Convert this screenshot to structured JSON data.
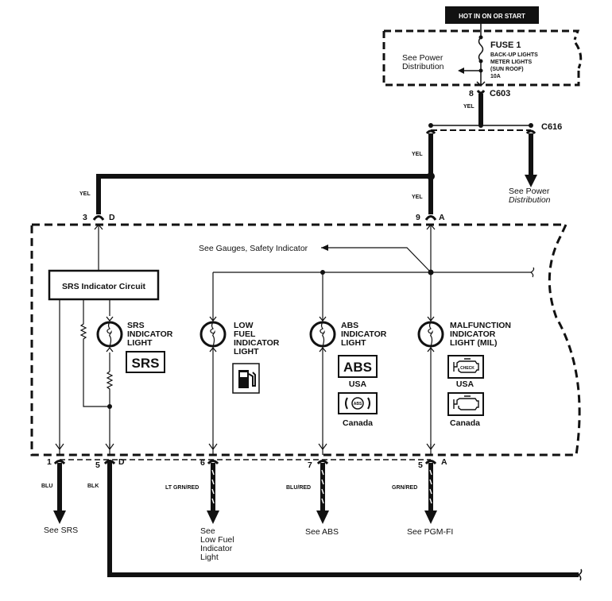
{
  "title_badge": "HOT IN ON OR START",
  "fuse": {
    "name": "FUSE 1",
    "circuits": [
      "BACK-UP LIGHTS",
      "METER LIGHTS",
      "(SUN ROOF)",
      "10A"
    ],
    "see_note": [
      "See Power",
      "Distribution"
    ]
  },
  "connectors": {
    "c603": {
      "pin": "8",
      "name": "C603",
      "wire": "YEL"
    },
    "c616": {
      "name": "C616",
      "see_note": [
        "See Power",
        "Distribution"
      ]
    },
    "wire_left_top": "YEL",
    "wire_right_upper": "YEL",
    "wire_right_lower": "YEL",
    "pin_3": "3",
    "pin_3_conn": "D",
    "pin_9": "9",
    "pin_9_conn": "A"
  },
  "gauge_note": "See Gauges, Safety Indicator",
  "srs_circuit_label": "SRS Indicator Circuit",
  "lights": [
    {
      "id": "srs",
      "label": [
        "SRS",
        "INDICATOR",
        "LIGHT"
      ],
      "badge": "SRS",
      "icon": "srs-badge-icon"
    },
    {
      "id": "low-fuel",
      "label": [
        "LOW",
        "FUEL",
        "INDICATOR",
        "LIGHT"
      ],
      "icon": "fuel-pump-icon"
    },
    {
      "id": "abs",
      "label": [
        "ABS",
        "INDICATOR",
        "LIGHT"
      ],
      "badge_usa": "ABS",
      "badge_canada": "(ABS)",
      "usa": "USA",
      "canada": "Canada",
      "icon": "abs-badge-icon"
    },
    {
      "id": "mil",
      "label": [
        "MALFUNCTION",
        "INDICATOR",
        "LIGHT (MIL)"
      ],
      "badge_usa": "CHECK",
      "usa": "USA",
      "canada": "Canada",
      "icon": "check-engine-icon"
    }
  ],
  "outputs": [
    {
      "pin": "1",
      "conn": "",
      "wire": "BLU",
      "see": [
        "See SRS"
      ]
    },
    {
      "pin": "5",
      "conn": "D",
      "wire": "BLK",
      "see": []
    },
    {
      "pin": "6",
      "conn": "",
      "wire": "LT GRN/RED",
      "see": [
        "See",
        "Low Fuel",
        "Indicator",
        "Light"
      ]
    },
    {
      "pin": "7",
      "conn": "",
      "wire": "BLU/RED",
      "see": [
        "See ABS"
      ]
    },
    {
      "pin": "5",
      "conn": "A",
      "wire": "GRN/RED",
      "see": [
        "See PGM-FI"
      ]
    }
  ]
}
